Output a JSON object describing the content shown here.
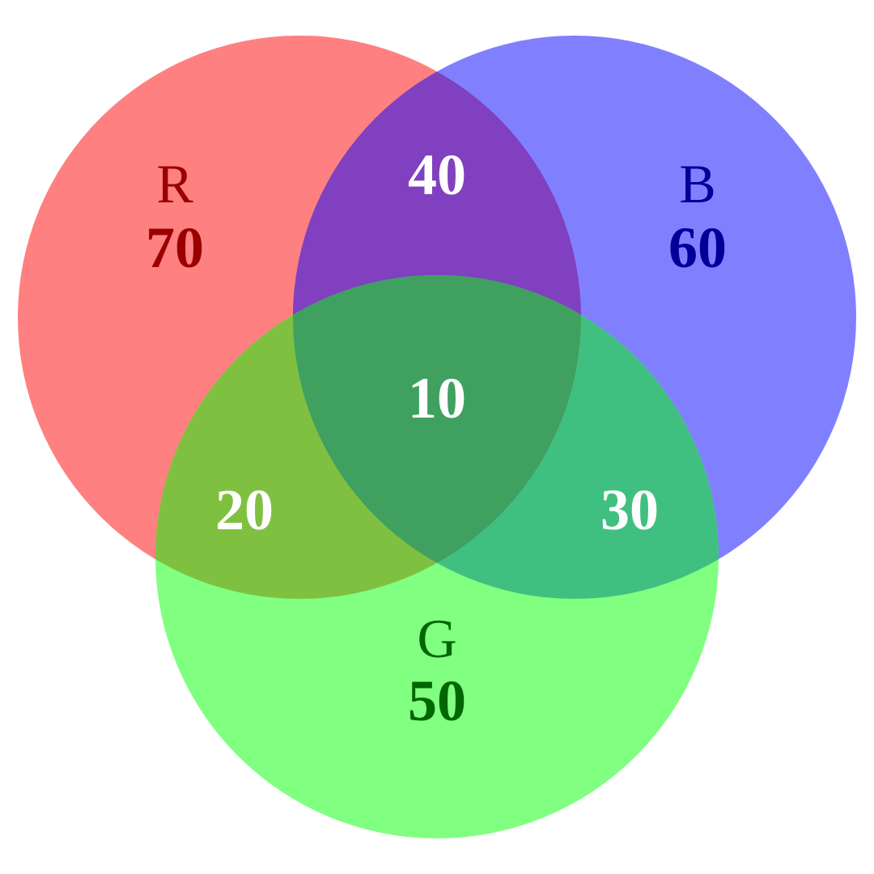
{
  "diagram": {
    "type": "venn",
    "sets": [
      {
        "id": "r",
        "label": "R",
        "count": "70",
        "fill": "#ff8080",
        "text_color": "#990000"
      },
      {
        "id": "b",
        "label": "B",
        "count": "60",
        "fill": "#8080ff",
        "text_color": "#000099"
      },
      {
        "id": "g",
        "label": "G",
        "count": "50",
        "fill": "#80ff80",
        "text_color": "#006600"
      }
    ],
    "overlaps": {
      "r_b": {
        "count": "40",
        "fill": "#8040c0"
      },
      "r_g": {
        "count": "20",
        "fill": "#80c040"
      },
      "b_g": {
        "count": "30",
        "fill": "#40c080"
      },
      "r_b_g": {
        "count": "10",
        "fill": "#40a060"
      }
    },
    "overlap_text_color": "#ffffff"
  }
}
